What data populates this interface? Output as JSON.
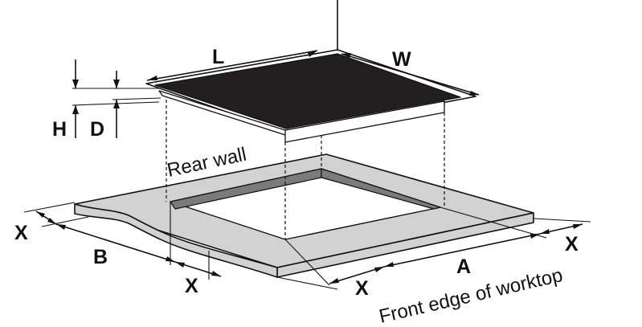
{
  "labels": {
    "length": "L",
    "width": "W",
    "height": "H",
    "depth": "D",
    "rear_wall": "Rear wall",
    "front_edge": "Front edge of worktop",
    "distance_a": "A",
    "distance_b": "B",
    "clearance_left": "X",
    "clearance_front_left": "X",
    "clearance_front_right": "X",
    "clearance_right": "X"
  },
  "colors": {
    "hob_surface": "#231f20",
    "worktop": "#d2d2d2",
    "cutout_inner_wall": "#7b7b7b",
    "line": "#111111",
    "background": "#ffffff"
  }
}
